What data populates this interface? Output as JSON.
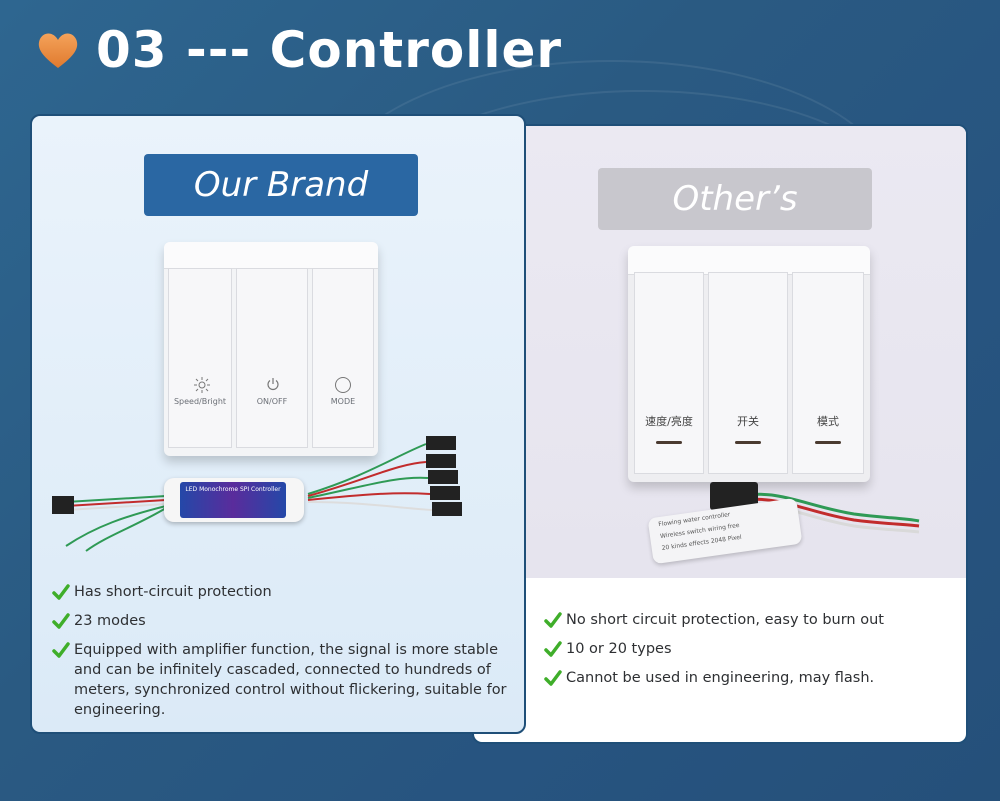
{
  "header": {
    "title": "03 --- Controller",
    "icon": "heart-icon",
    "icon_color": "#e9893a"
  },
  "left": {
    "label": "Our Brand",
    "label_color": "#2a67a3",
    "switch_labels": [
      "Speed/Bright",
      "ON/OFF",
      "MODE"
    ],
    "controller_text": "LED Monochrome SPI Controller",
    "bullets": [
      "Has short-circuit protection",
      "23 modes",
      "Equipped with amplifier function, the signal is more stable and can be infinitely cascaded, connected to hundreds of meters, synchronized control without flickering, suitable for engineering."
    ]
  },
  "right": {
    "label": "Other’s",
    "label_color": "#c8c7cd",
    "switch_labels": [
      "速度/亮度",
      "开关",
      "模式"
    ],
    "controller_lines": [
      "Flowing water controller",
      "Wireless switch wiring free",
      "20 kinds effects 2048 Pixel"
    ],
    "bullets": [
      "No short circuit protection, easy to burn out",
      "10 or 20 types",
      "Cannot be used in engineering, may flash."
    ]
  },
  "check_color": "#3fae2a"
}
